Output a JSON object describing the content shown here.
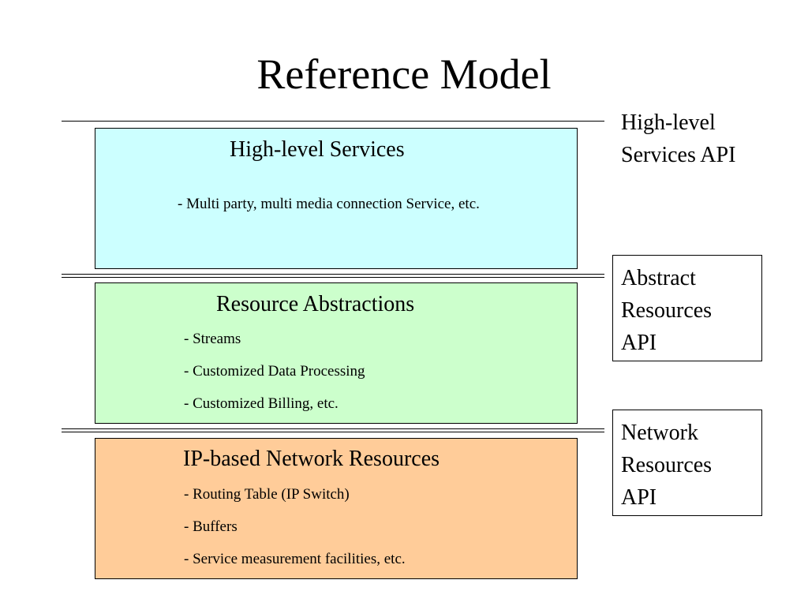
{
  "slide": {
    "title": "Reference Model"
  },
  "colors": {
    "high_level_fill": "#ccffff",
    "resource_abstraction_fill": "#ccffcc",
    "network_resources_fill": "#ffcc99"
  },
  "layers": [
    {
      "title": "High-level Services",
      "items": [
        "- Multi party, multi media connection Service, etc."
      ]
    },
    {
      "title": "Resource Abstractions",
      "items": [
        "- Streams",
        "- Customized Data Processing",
        "- Customized Billing, etc."
      ]
    },
    {
      "title": "IP-based Network Resources",
      "items": [
        "- Routing Table (IP Switch)",
        "- Buffers",
        "- Service measurement facilities, etc."
      ]
    }
  ],
  "apis": [
    {
      "label": "High-level\nServices API",
      "boxed": false
    },
    {
      "label": "Abstract\nResources\nAPI",
      "boxed": true
    },
    {
      "label": "Network\nResources\nAPI",
      "boxed": true
    }
  ]
}
